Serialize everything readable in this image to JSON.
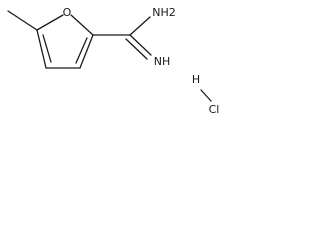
{
  "molecule": {
    "atoms": {
      "oxygen": "O",
      "amine": "NH2",
      "imine": "NH",
      "hydrogen": "H",
      "chlorine": "Cl"
    }
  }
}
